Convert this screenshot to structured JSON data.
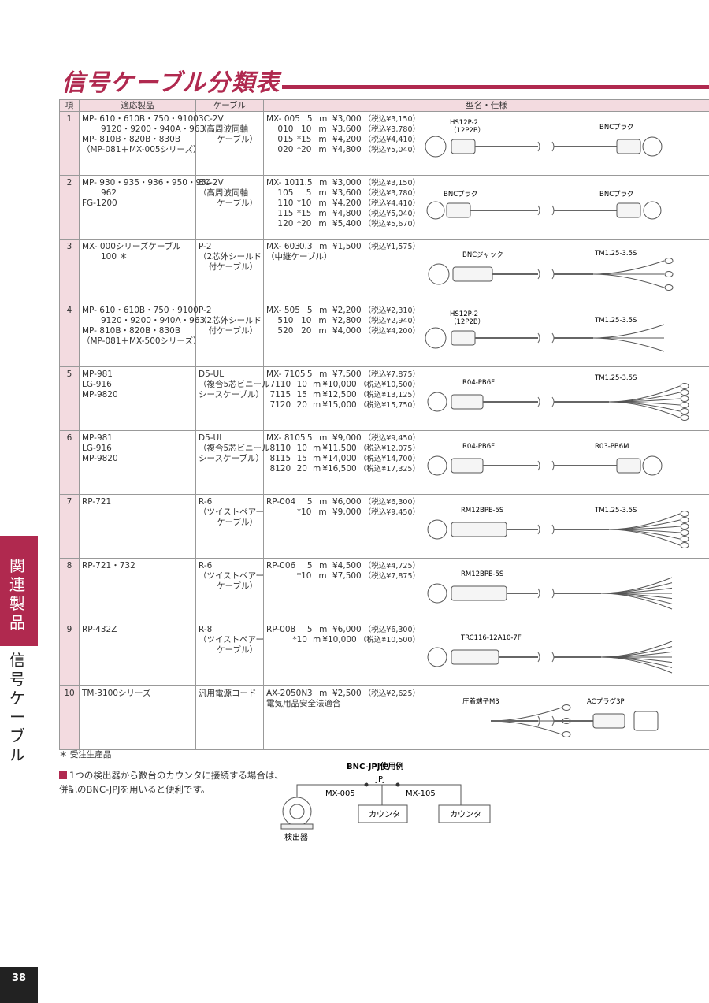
{
  "page_title": "信号ケーブル分類表",
  "headers": {
    "no": "項",
    "app": "適応製品",
    "cable": "ケーブル",
    "model": "型名・仕様"
  },
  "rows": [
    {
      "no": "1",
      "app": [
        "MP- 610・610B・750・9100",
        "9120・9200・940A・963",
        "MP- 810B・820B・830B",
        "（MP-081＋MX-005シリーズ）"
      ],
      "cable": [
        "3C-2V",
        "（高周波同軸",
        "ケーブル）"
      ],
      "models": [
        [
          "MX- 005",
          "5",
          "m",
          "¥3,000",
          "（税込¥3,150）"
        ],
        [
          "010",
          "10",
          "m",
          "¥3,600",
          "（税込¥3,780）"
        ],
        [
          "015",
          "*15",
          "m",
          "¥4,200",
          "（税込¥4,410）"
        ],
        [
          "020",
          "*20",
          "m",
          "¥4,800",
          "（税込¥5,040）"
        ]
      ],
      "labels": [
        "HS12P-2",
        "（12P2B）",
        "BNCプラグ"
      ]
    },
    {
      "no": "2",
      "app": [
        "MP- 930・935・936・950・954",
        "962",
        "FG-1200"
      ],
      "cable": [
        "3C-2V",
        "（高周波同軸",
        "ケーブル）"
      ],
      "models": [
        [
          "MX- 101",
          "1.5",
          "m",
          "¥3,000",
          "（税込¥3,150）"
        ],
        [
          "105",
          "5",
          "m",
          "¥3,600",
          "（税込¥3,780）"
        ],
        [
          "110",
          "*10",
          "m",
          "¥4,200",
          "（税込¥4,410）"
        ],
        [
          "115",
          "*15",
          "m",
          "¥4,800",
          "（税込¥5,040）"
        ],
        [
          "120",
          "*20",
          "m",
          "¥5,400",
          "（税込¥5,670）"
        ]
      ],
      "labels": [
        "BNCプラグ",
        "BNCプラグ"
      ]
    },
    {
      "no": "3",
      "app": [
        "MX- 000シリーズケーブル",
        "100 ＊"
      ],
      "cable": [
        "P-2",
        "（2芯外シールド",
        "付ケーブル）"
      ],
      "models": [
        [
          "MX- 603",
          "0.3",
          "m",
          "¥1,500",
          "（税込¥1,575）"
        ]
      ],
      "extra": "（中継ケーブル）",
      "labels": [
        "BNCジャック",
        "TM1.25-3.5S"
      ]
    },
    {
      "no": "4",
      "app": [
        "MP- 610・610B・750・9100",
        "9120・9200・940A・963",
        "MP- 810B・820B・830B",
        "（MP-081＋MX-500シリーズ）"
      ],
      "cable": [
        "P-2",
        "（2芯外シールド",
        "付ケーブル）"
      ],
      "models": [
        [
          "MX- 505",
          "5",
          "m",
          "¥2,200",
          "（税込¥2,310）"
        ],
        [
          "510",
          "10",
          "m",
          "¥2,800",
          "（税込¥2,940）"
        ],
        [
          "520",
          "20",
          "m",
          "¥4,000",
          "（税込¥4,200）"
        ]
      ],
      "labels": [
        "HS12P-2",
        "（12P2B）",
        "TM1.25-3.5S"
      ]
    },
    {
      "no": "5",
      "app": [
        "MP-981",
        "LG-916",
        "MP-9820"
      ],
      "cable": [
        "D5-UL",
        "（複合5芯ビニール",
        "シースケーブル）"
      ],
      "models": [
        [
          "MX- 7105",
          "5",
          "m",
          "¥7,500",
          "（税込¥7,875）"
        ],
        [
          "7110",
          "10",
          "m",
          "¥10,000",
          "（税込¥10,500）"
        ],
        [
          "7115",
          "15",
          "m",
          "¥12,500",
          "（税込¥13,125）"
        ],
        [
          "7120",
          "20",
          "m",
          "¥15,000",
          "（税込¥15,750）"
        ]
      ],
      "labels": [
        "R04-PB6F",
        "TM1.25-3.5S"
      ]
    },
    {
      "no": "6",
      "app": [
        "MP-981",
        "LG-916",
        "MP-9820"
      ],
      "cable": [
        "D5-UL",
        "（複合5芯ビニール",
        "シースケーブル）"
      ],
      "models": [
        [
          "MX- 8105",
          "5",
          "m",
          "¥9,000",
          "（税込¥9,450）"
        ],
        [
          "8110",
          "10",
          "m",
          "¥11,500",
          "（税込¥12,075）"
        ],
        [
          "8115",
          "15",
          "m",
          "¥14,000",
          "（税込¥14,700）"
        ],
        [
          "8120",
          "20",
          "m",
          "¥16,500",
          "（税込¥17,325）"
        ]
      ],
      "labels": [
        "R04-PB6F",
        "R03-PB6M"
      ]
    },
    {
      "no": "7",
      "app": [
        "RP-721"
      ],
      "cable": [
        "R-6",
        "（ツイストペアー",
        "ケーブル）"
      ],
      "models": [
        [
          "RP-004",
          "5",
          "m",
          "¥6,000",
          "（税込¥6,300）"
        ],
        [
          "",
          "*10",
          "m",
          "¥9,000",
          "（税込¥9,450）"
        ]
      ],
      "labels": [
        "RM12BPE-5S",
        "TM1.25-3.5S"
      ]
    },
    {
      "no": "8",
      "app": [
        "RP-721・732"
      ],
      "cable": [
        "R-6",
        "（ツイストペアー",
        "ケーブル）"
      ],
      "models": [
        [
          "RP-006",
          "5",
          "m",
          "¥4,500",
          "（税込¥4,725）"
        ],
        [
          "",
          "*10",
          "m",
          "¥7,500",
          "（税込¥7,875）"
        ]
      ],
      "labels": [
        "RM12BPE-5S"
      ]
    },
    {
      "no": "9",
      "app": [
        "RP-432Z"
      ],
      "cable": [
        "R-8",
        "（ツイストペアー",
        "ケーブル）"
      ],
      "models": [
        [
          "RP-008",
          "5",
          "m",
          "¥6,000",
          "（税込¥6,300）"
        ],
        [
          "",
          "*10",
          "m",
          "¥10,000",
          "（税込¥10,500）"
        ]
      ],
      "labels": [
        "TRC116-12A10-7F"
      ]
    },
    {
      "no": "10",
      "app": [
        "TM-3100シリーズ"
      ],
      "cable": [
        "汎用電源コード"
      ],
      "models": [
        [
          "AX-2050N",
          "3",
          "m",
          "¥2,500",
          "（税込¥2,625）"
        ]
      ],
      "extra": "電気用品安全法適合",
      "labels": [
        "圧着端子M3",
        "ACプラグ3P"
      ]
    }
  ],
  "note": "＊ 受注生産品",
  "bullet": [
    "1つの検出器から数台のカウンタに接続する場合は、",
    "併記のBNC-JPJを用いると便利です。"
  ],
  "diagram": {
    "title": "BNC-JPJ使用例",
    "jpj": "JPJ",
    "cable_a": "MX-005",
    "cable_b": "MX-105",
    "counter1": "カウンタ",
    "counter2": "カウンタ",
    "detector": "検出器"
  },
  "side_tab": "関連製品",
  "side_text": "信号ケーブル",
  "page_number": "38",
  "accent_color": "#b0294f",
  "cell_color": "#f3dbe0"
}
